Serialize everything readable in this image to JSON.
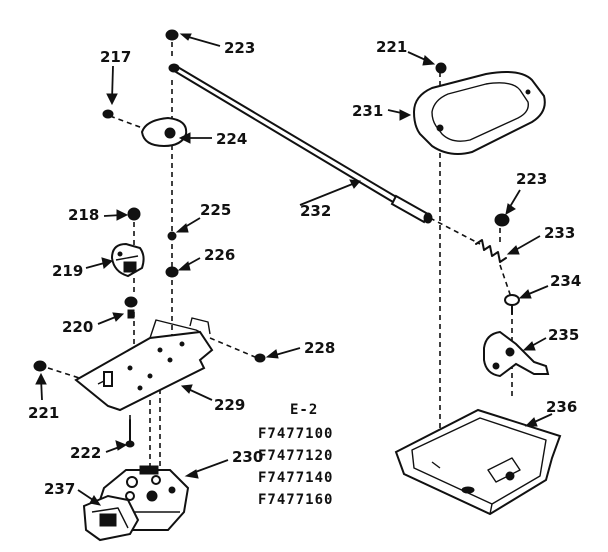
{
  "parts": {
    "p217": "217",
    "p218": "218",
    "p219": "219",
    "p220": "220",
    "p221a": "221",
    "p221b": "221",
    "p222": "222",
    "p223a": "223",
    "p223b": "223",
    "p224": "224",
    "p225": "225",
    "p226": "226",
    "p228": "228",
    "p229": "229",
    "p230": "230",
    "p231": "231",
    "p232": "232",
    "p233": "233",
    "p234": "234",
    "p235": "235",
    "p236": "236",
    "p237": "237"
  },
  "models": {
    "heading": "E-2",
    "m1": "F7477100",
    "m2": "F7477120",
    "m3": "F7477140",
    "m4": "F7477160"
  }
}
